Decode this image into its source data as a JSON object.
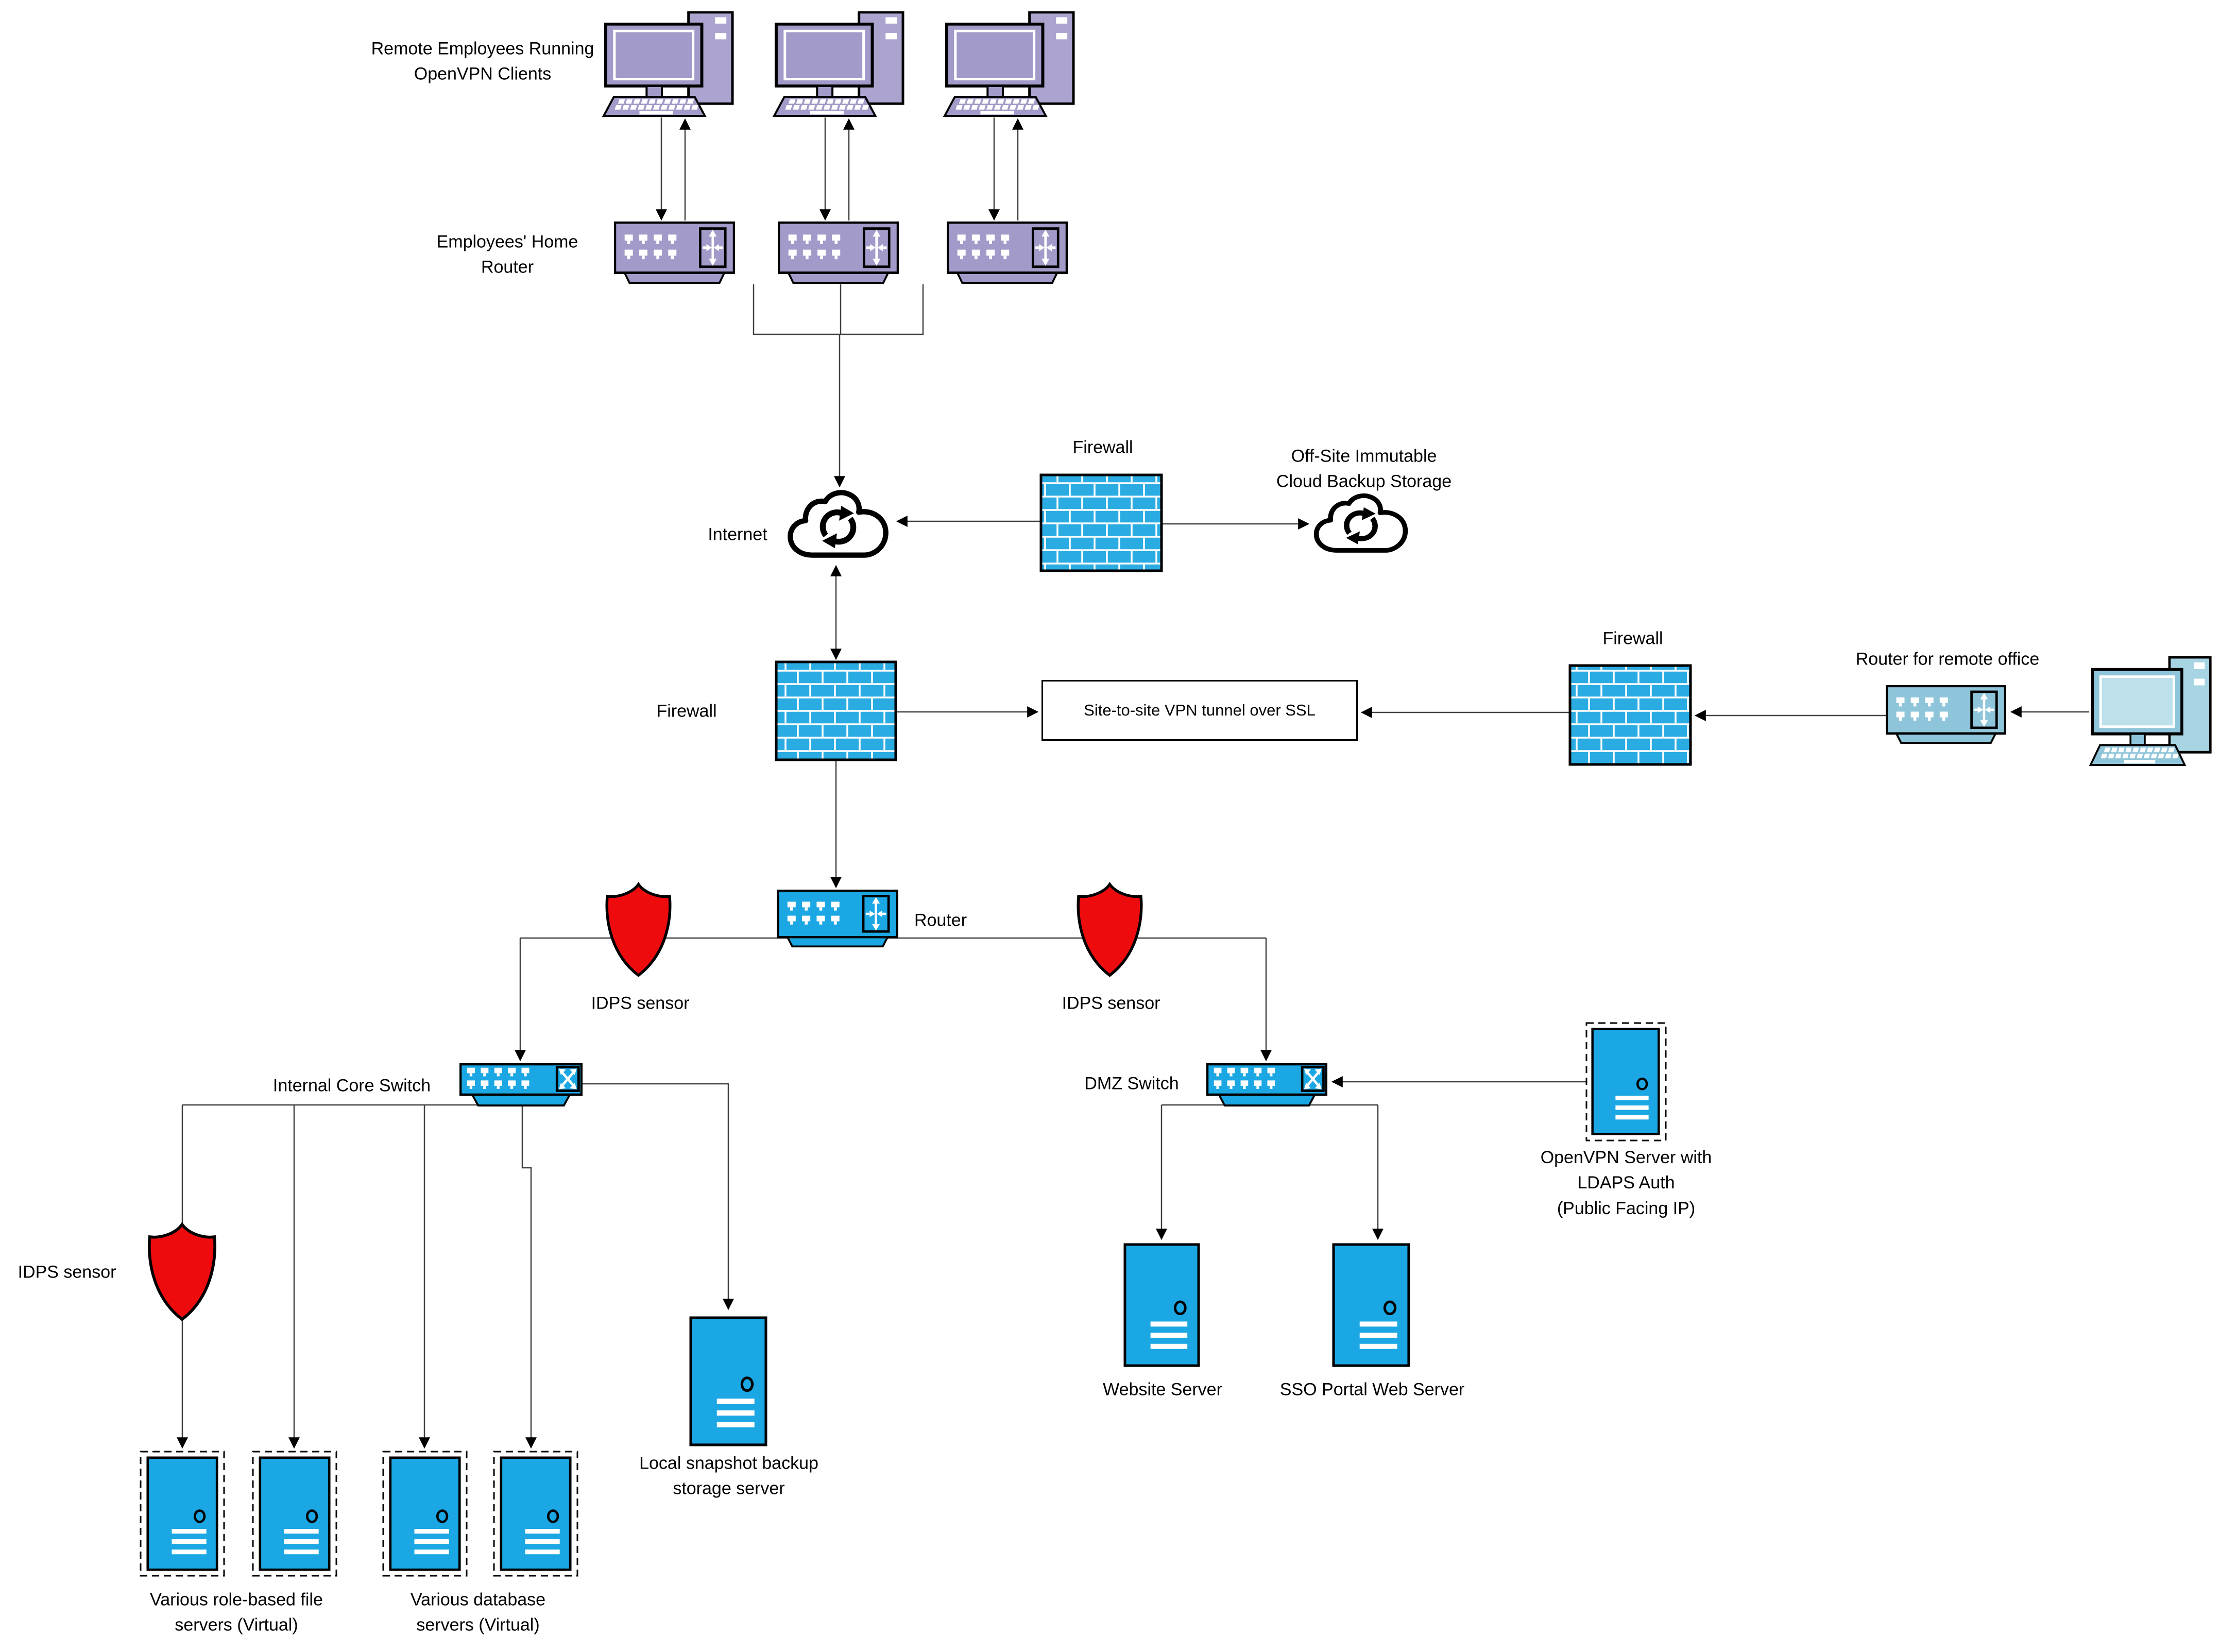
{
  "diagram": {
    "title": "OpenVPN remote-access and site-to-site network security diagram",
    "labels": {
      "remote_employees": "Remote Employees Running\nOpenVPN Clients",
      "home_router": "Employees' Home\nRouter",
      "internet": "Internet",
      "firewall_top": "Firewall",
      "offsite_backup": "Off-Site Immutable\nCloud Backup Storage",
      "firewall_left": "Firewall",
      "vpn_tunnel": "Site-to-site VPN tunnel over SSL",
      "firewall_right": "Firewall",
      "router_remote": "Router for remote office",
      "router_core": "Router",
      "idps_sensor_left": "IDPS sensor",
      "idps_sensor_right": "IDPS sensor",
      "idps_sensor_internal": "IDPS sensor",
      "internal_switch": "Internal Core Switch",
      "dmz_switch": "DMZ Switch",
      "openvpn_server": "OpenVPN Server with\nLDAPS Auth\n(Public Facing IP)",
      "website_server": "Website Server",
      "sso_server": "SSO Portal Web Server",
      "backup_server": "Local snapshot backup\nstorage server",
      "file_servers": "Various role-based file\nservers (Virtual)",
      "db_servers": "Various database\nservers (Virtual)"
    },
    "colors": {
      "blue": "#1BA7E3",
      "brickblue": "#2AACE3",
      "purple": "#A29AC8",
      "purple_lt": "#ACA4CF",
      "teal": "#8FC5DA",
      "teal_screen": "#BDE0EB",
      "teal_tower": "#A7D4E3",
      "red": "#EE0B0E",
      "wire": "#404040"
    },
    "icons": {
      "desktop-computer-icon": "monitor with tower and keyboard",
      "router-icon": "box with ethernet ports and 4-way arrow panel",
      "switch-icon": "box with ethernet ports and crossed-arrows panel",
      "firewall-icon": "blue brick wall",
      "cloud-sync-icon": "cloud outline with circular sync arrows",
      "shield-icon": "red security shield",
      "server-icon": "blue tower server with power button and vents"
    }
  }
}
